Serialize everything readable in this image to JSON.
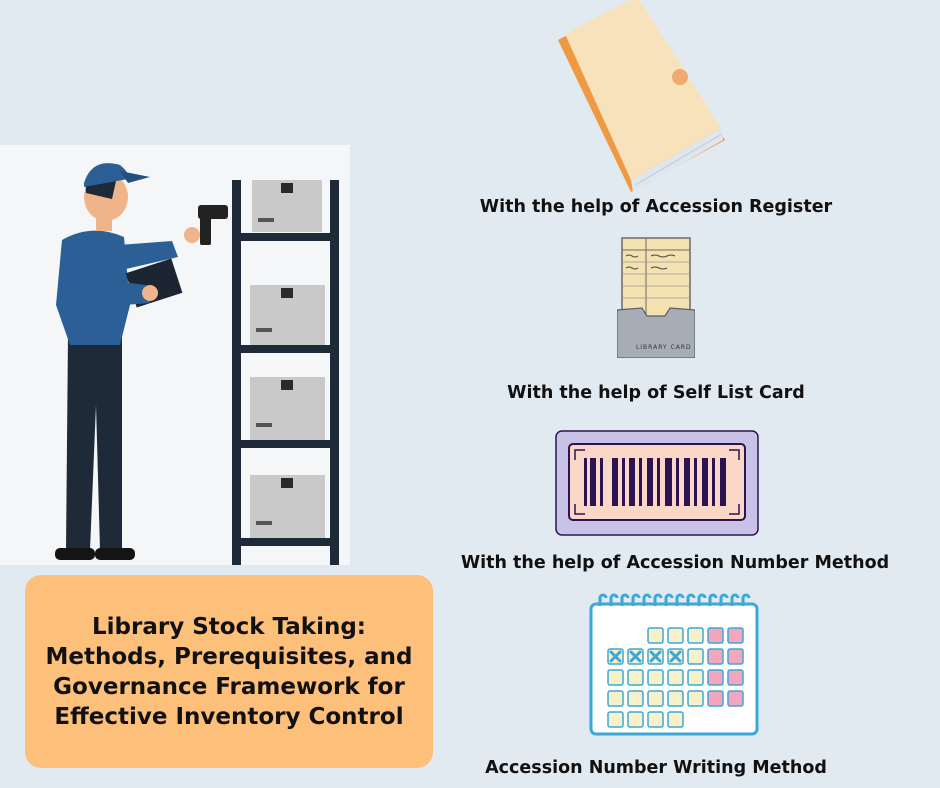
{
  "title": "Library Stock Taking: Methods, Prerequisites, and Governance Framework for Effective Inventory Control",
  "methods": [
    {
      "label": "With the help of Accession Register",
      "icon": "book-icon"
    },
    {
      "label": "With the help of Self List Card",
      "icon": "library-card-icon"
    },
    {
      "label": "With the help of Accession Number Method",
      "icon": "barcode-icon"
    },
    {
      "label": "Accession Number Writing Method",
      "icon": "calendar-icon"
    }
  ],
  "library_card_caption": "LIBRARY CARD",
  "colors": {
    "background": "#e2eaf1",
    "title_box": "#fdc07b",
    "book_cover": "#f8e2bb",
    "book_spine": "#ef9a42",
    "barcode_frame": "#c8c3e6",
    "barcode_inner": "#fbd7c7",
    "barcode_bars": "#2b1451",
    "calendar_ring": "#3aa8d8",
    "calendar_box": "#f7f0c8",
    "calendar_box_pink": "#f3a6bd"
  }
}
